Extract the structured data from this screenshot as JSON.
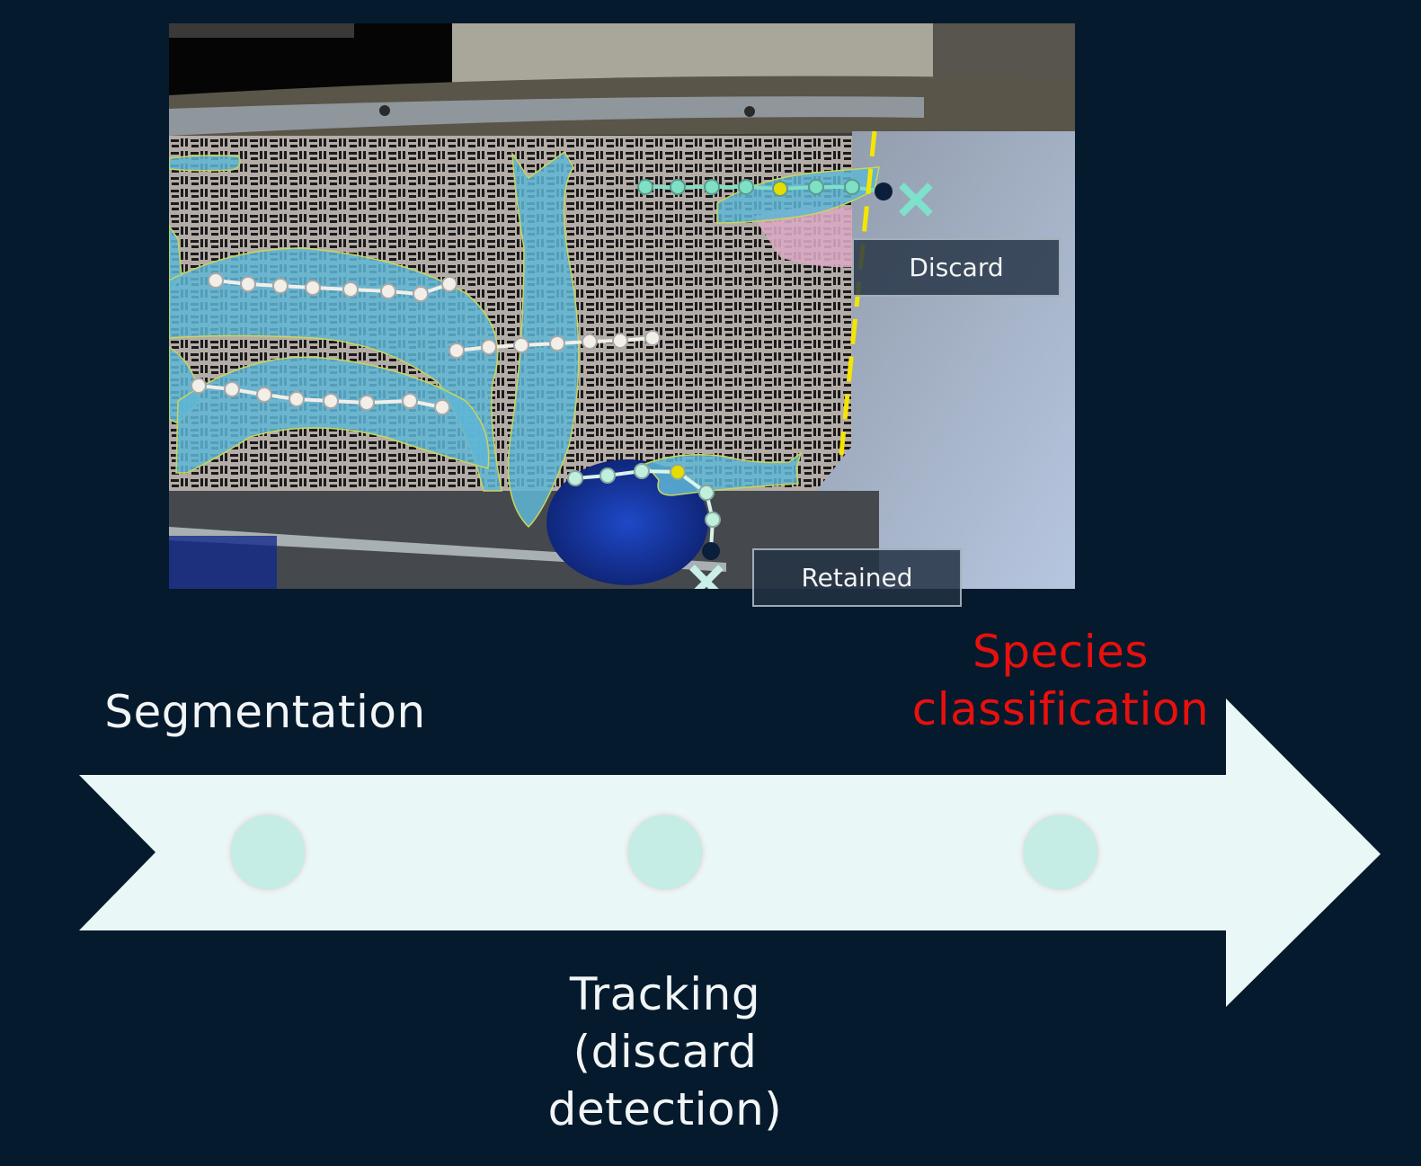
{
  "photo": {
    "labels": {
      "discard": "Discard",
      "retained": "Retained"
    },
    "overlay_colors": {
      "segmentation_mask": "#5fb6d6",
      "mask_outline": "#c8d65a",
      "keypoint_white": "#f2efe8",
      "keypoint_teal": "#7ee0c4",
      "keypoint_mint": "#bff0de",
      "keypoint_yellow": "#e6dc00",
      "keypoint_end": "#0b1e3a",
      "discard_line": "#f5e600",
      "cross_mark": "#7fe0cc"
    }
  },
  "pipeline": {
    "steps": [
      {
        "label": "Segmentation",
        "color": "#f1f5f5"
      },
      {
        "label_lines": [
          "Tracking",
          "(discard",
          "detection)"
        ],
        "color": "#f1f5f5"
      },
      {
        "label_lines": [
          "Species",
          "classification"
        ],
        "color": "#e8100c"
      }
    ],
    "arrow_color": "#e9f7f6",
    "milestone_color": "#c5ede6"
  }
}
